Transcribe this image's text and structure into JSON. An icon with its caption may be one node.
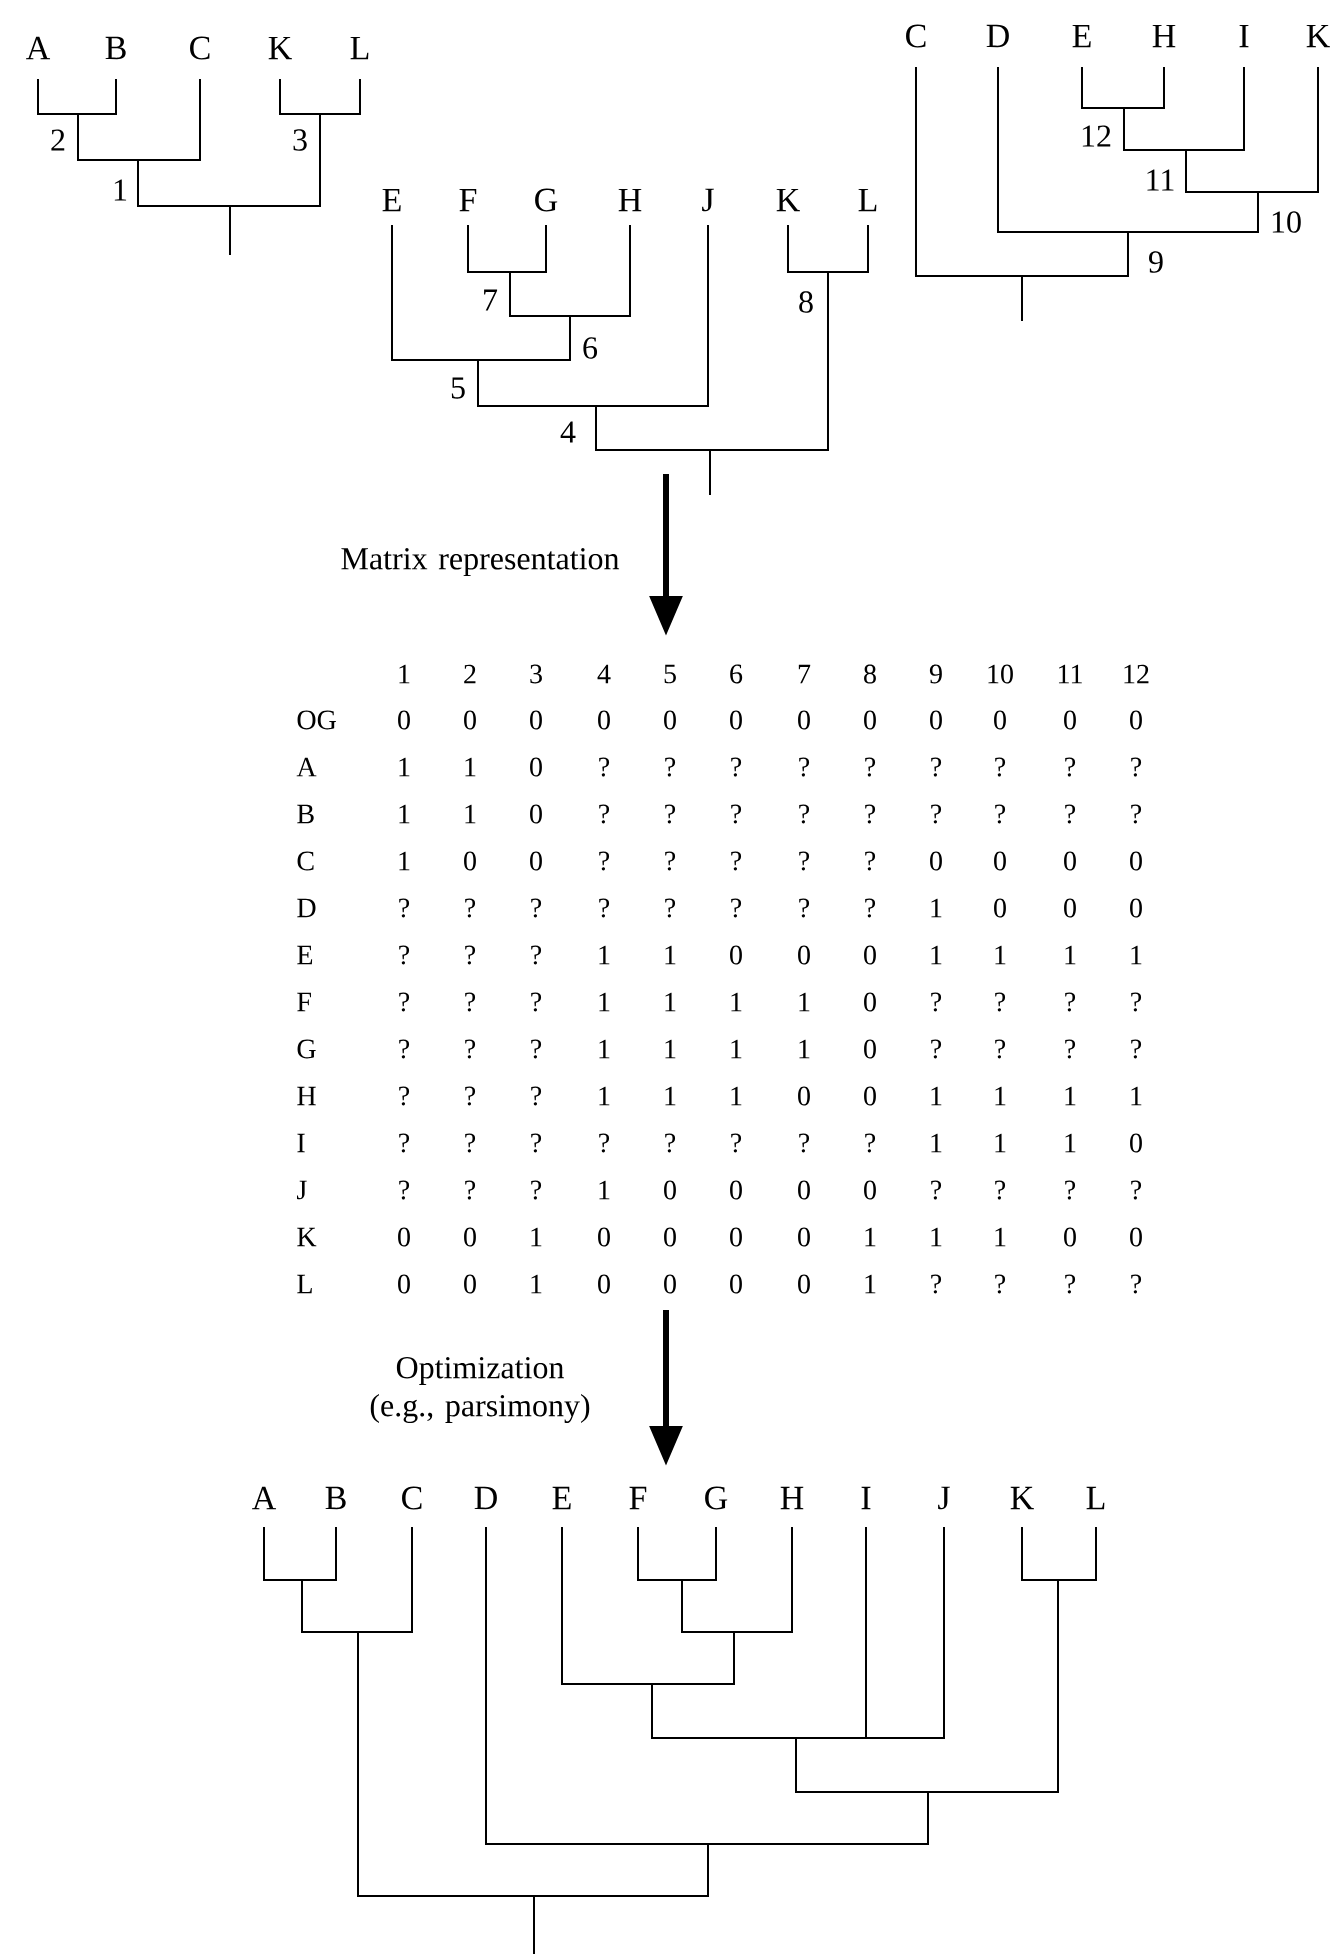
{
  "diagram": {
    "labels": [
      "A",
      "B",
      "C",
      "K",
      "L",
      "2",
      "3",
      "1",
      "C",
      "D",
      "E",
      "H",
      "I",
      "K",
      "12",
      "11",
      "10",
      "9",
      "E",
      "F",
      "G",
      "H",
      "J",
      "K",
      "L",
      "7",
      "8",
      "6",
      "5",
      "4",
      "Matrix representation",
      "1",
      "2",
      "3",
      "4",
      "5",
      "6",
      "7",
      "8",
      "9",
      "10",
      "11",
      "12",
      "OG",
      "0",
      "0",
      "0",
      "0",
      "0",
      "0",
      "0",
      "0",
      "0",
      "0",
      "0",
      "0",
      "A",
      "1",
      "1",
      "0",
      "?",
      "?",
      "?",
      "?",
      "?",
      "?",
      "?",
      "?",
      "?",
      "B",
      "1",
      "1",
      "0",
      "?",
      "?",
      "?",
      "?",
      "?",
      "?",
      "?",
      "?",
      "?",
      "C",
      "1",
      "0",
      "0",
      "?",
      "?",
      "?",
      "?",
      "?",
      "0",
      "0",
      "0",
      "0",
      "D",
      "?",
      "?",
      "?",
      "?",
      "?",
      "?",
      "?",
      "?",
      "1",
      "0",
      "0",
      "0",
      "E",
      "?",
      "?",
      "?",
      "1",
      "1",
      "0",
      "0",
      "0",
      "1",
      "1",
      "1",
      "1",
      "F",
      "?",
      "?",
      "?",
      "1",
      "1",
      "1",
      "1",
      "0",
      "?",
      "?",
      "?",
      "?",
      "G",
      "?",
      "?",
      "?",
      "1",
      "1",
      "1",
      "1",
      "0",
      "?",
      "?",
      "?",
      "?",
      "H",
      "?",
      "?",
      "?",
      "1",
      "1",
      "1",
      "0",
      "0",
      "1",
      "1",
      "1",
      "1",
      "I",
      "?",
      "?",
      "?",
      "?",
      "?",
      "?",
      "?",
      "?",
      "1",
      "1",
      "1",
      "0",
      "J",
      "?",
      "?",
      "?",
      "1",
      "0",
      "0",
      "0",
      "0",
      "?",
      "?",
      "?",
      "?",
      "K",
      "0",
      "0",
      "1",
      "0",
      "0",
      "0",
      "0",
      "1",
      "1",
      "1",
      "0",
      "0",
      "L",
      "0",
      "0",
      "1",
      "0",
      "0",
      "0",
      "0",
      "1",
      "?",
      "?",
      "?",
      "?",
      "Optimization (e.g., parsimony)",
      "A",
      "B",
      "C",
      "D",
      "E",
      "F",
      "G",
      "H",
      "I",
      "J",
      "K",
      "L"
    ]
  }
}
